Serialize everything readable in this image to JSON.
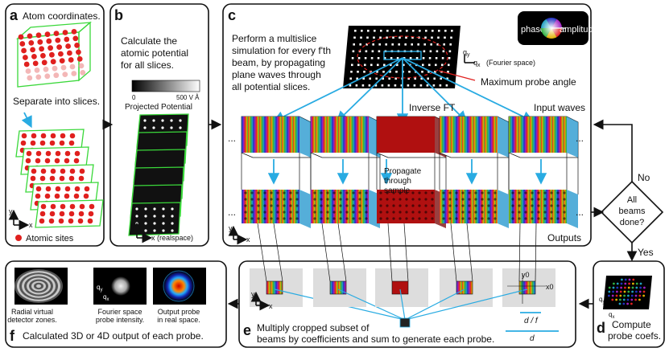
{
  "panels": {
    "a": {
      "letter": "a",
      "title": "Atom coordinates.",
      "separate": "Separate into slices.",
      "legend": "Atomic sites",
      "axis_y": "y",
      "axis_x": "x"
    },
    "b": {
      "letter": "b",
      "title_lines": [
        "Calculate the",
        "atomic potential",
        "for all slices."
      ],
      "scale_min": "0",
      "scale_max": "500 V Å",
      "projected": "Projected Potential",
      "axis_y": "y",
      "axis_x": "x (realspace)"
    },
    "c": {
      "letter": "c",
      "text_lines": [
        "Perform a multislice",
        "simulation for every f'th",
        "beam, by propagating",
        "plane waves through",
        "all potential slices."
      ],
      "fourier": "(Fourier space)",
      "qy": "qy",
      "qx": "qx",
      "max_angle": "Maximum probe angle",
      "inverse_ft": "Inverse FT",
      "input_waves": "Input waves",
      "propagate_lines": [
        "Propagate",
        "through",
        "sample"
      ],
      "outputs": "Outputs",
      "axis_y": "y",
      "axis_x": "x",
      "dots": "...",
      "phase": "phase",
      "amplitude": "amplitude"
    },
    "decision": {
      "lines": [
        "All",
        "beams",
        "done?"
      ],
      "no": "No",
      "yes": "Yes"
    },
    "d": {
      "letter": "d",
      "text_lines": [
        "Compute",
        "probe coefs."
      ],
      "qy": "qy",
      "qx": "qx"
    },
    "e": {
      "letter": "e",
      "text_lines": [
        "Multiply cropped subset of",
        "beams by coefficients and sum to generate each probe."
      ],
      "y0": "y0",
      "x0": "x0",
      "d_over_f": "d / f",
      "d": "d",
      "axis_y": "y",
      "axis_x": "x"
    },
    "f": {
      "letter": "f",
      "caption": "Calculated 3D or 4D output of each probe.",
      "thumb1": [
        "Radial virtual",
        "detector zones."
      ],
      "thumb2": [
        "Fourier space",
        "probe intensity."
      ],
      "thumb3": [
        "Output probe",
        "in real space."
      ],
      "qy": "qy",
      "qx": "qx"
    }
  },
  "colors": {
    "frame_green": "#3ad83a",
    "atom_red": "#e0201e",
    "arrow_cyan": "#29abe2",
    "ellipse_red": "#e0201e",
    "wave_red": "#b01010"
  }
}
